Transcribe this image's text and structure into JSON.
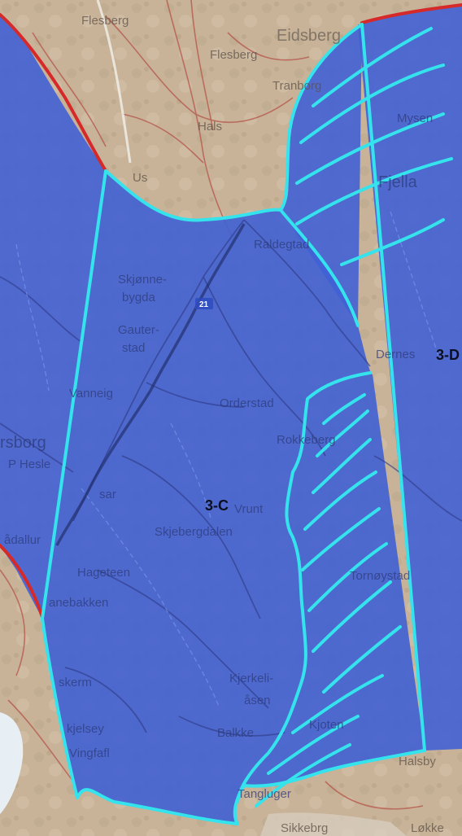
{
  "zones": {
    "zone_3c": "3-C",
    "zone_3d": "3-D"
  },
  "places": {
    "flesberg_top": "Flesberg",
    "eidsberg": "Eidsberg",
    "flesberg_mid": "Flesberg",
    "tranborg": "Tranborg",
    "hals": "Hals",
    "us": "Us",
    "mysen": "Mysen",
    "fjella": "Fjella",
    "raldeggtad": "Raldegtad",
    "skjonne_1": "Skjønne-",
    "skjonne_2": "bygda",
    "gauter_1": "Gauter-",
    "gauter_2": "stad",
    "road_number": "21",
    "dennes": "Dernes",
    "vanneig": "Vanneig",
    "ordentad": "Orderstad",
    "rokkeberg": "Rokkeberg",
    "ersbong": "rsborg",
    "p_hesle": "P Hesle",
    "ssar": "sar",
    "vrunt": "Vrunt",
    "skjebergdalen": "Skjebergdalen",
    "aadallur": "ådallur",
    "haageteaen": "Hageteen",
    "anebakken": "anebakken",
    "tornoystad": "Tornøystad",
    "skjerm": "skerm",
    "kjerkeli_1": "Kjerkeli-",
    "kjerkeli_2": "åsen",
    "skjelsey": "kjelsey",
    "vinghag": "Vingfafl",
    "balkke": "Balkke",
    "kjoten": "Kjoten",
    "haldby": "Halsby",
    "tangluger": "Tangluger",
    "bottom_left": "Sikkebrg",
    "bottom_right": "Løkke"
  },
  "colors": {
    "terrain": "#c9b49a",
    "area_fill": "#3f5fd6",
    "boundary_cyan": "#35e3ec",
    "boundary_red": "#d62a2a",
    "road": "#b84848",
    "water": "#e8eff4"
  }
}
